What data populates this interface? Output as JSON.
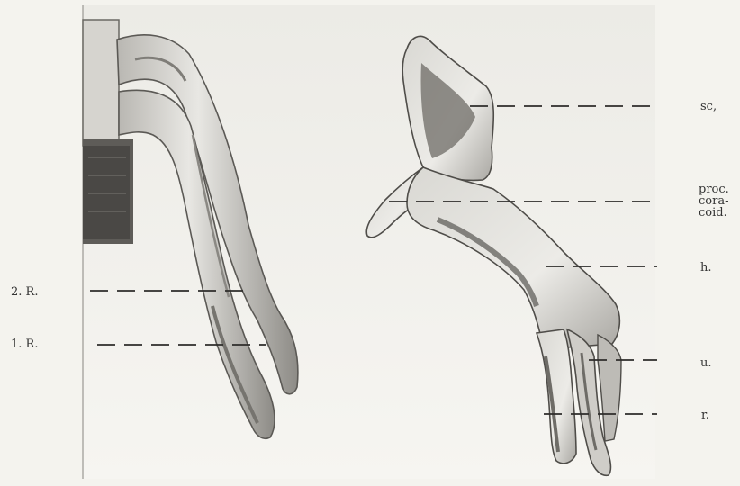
{
  "labels": {
    "sc": "sc,",
    "proc_line1": "proc.",
    "proc_line2": "cora-",
    "proc_line3": "coid.",
    "h": "h.",
    "u": "u.",
    "r": "r.",
    "ray2": "2. R.",
    "ray1": "1. R."
  }
}
